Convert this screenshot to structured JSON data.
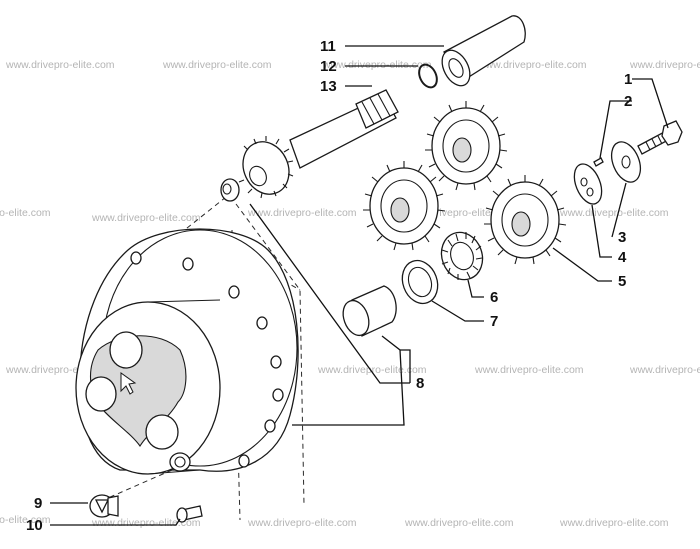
{
  "watermark": {
    "text": "www.drivepro-elite.com",
    "color": "#b4b4b4"
  },
  "callouts": [
    "1",
    "2",
    "3",
    "4",
    "5",
    "6",
    "7",
    "8",
    "9",
    "10",
    "11",
    "12",
    "13"
  ],
  "colors": {
    "line": "#1a1a1a",
    "background": "#ffffff",
    "shade": "#d9d9d9"
  }
}
